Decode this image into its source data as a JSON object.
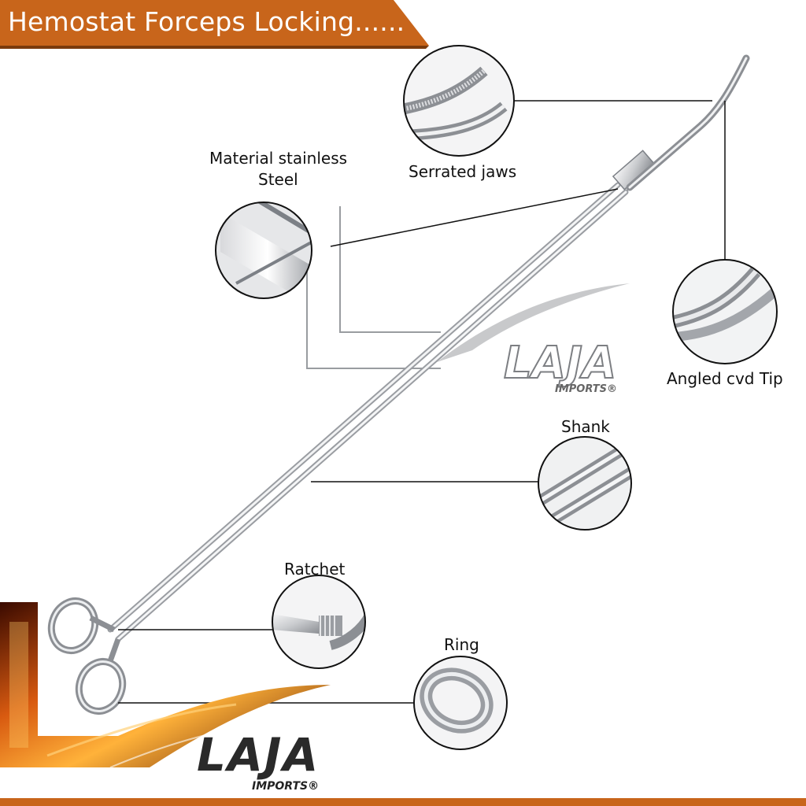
{
  "title": "Hemostat Forceps Locking......",
  "colors": {
    "banner": "#c8651b",
    "banner_shadow": "#7a3a0c",
    "steel_light": "#e9eaec",
    "steel_dark": "#8c8f94",
    "line": "#111111"
  },
  "labels": {
    "serrated_jaws": "Serrated jaws",
    "material_line1": "Material stainless",
    "material_line2": "Steel",
    "angled_tip": "Angled cvd Tip",
    "shank": "Shank",
    "ratchet": "Ratchet",
    "ring": "Ring"
  },
  "logo": {
    "name": "LAJA",
    "sub": "IMPORTS",
    "mark": "®"
  },
  "icons": {
    "instrument": "hemostat-forceps-icon",
    "fire": "fire-swoosh-icon"
  }
}
